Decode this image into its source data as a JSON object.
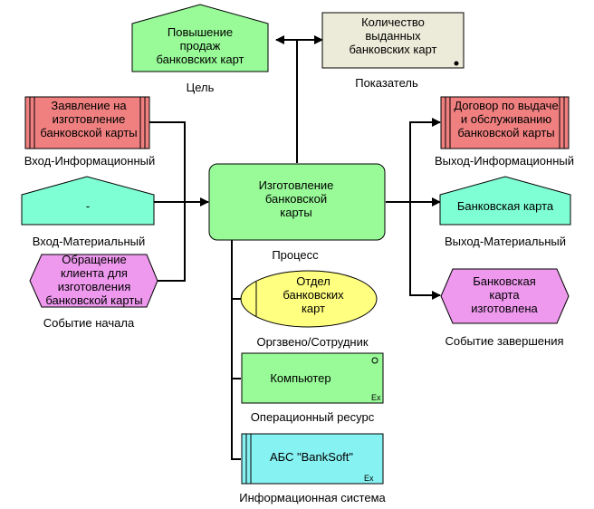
{
  "colors": {
    "goal": "#98fb98",
    "indicator": "#ecebd9",
    "input_info": "#f08080",
    "material": "#7fffd4",
    "event": "#ee99ee",
    "process": "#98fb98",
    "org": "#ffff80",
    "resource": "#98fb98",
    "system": "#87f2f2"
  },
  "nodes": {
    "goal": {
      "lines": [
        "Повышение",
        "продаж",
        "банковских карт"
      ],
      "caption": "Цель"
    },
    "indicator": {
      "lines": [
        "Количество",
        "выданных",
        "банковских карт"
      ],
      "caption": "Показатель"
    },
    "input_info": {
      "lines": [
        "Заявление на",
        "изготовление",
        "банковской карты"
      ],
      "caption": "Вход-Информационный"
    },
    "input_material": {
      "lines": [
        "-"
      ],
      "caption": "Вход-Материальный"
    },
    "start_event": {
      "lines": [
        "Обращение",
        "клиента для",
        "изготовления",
        "банковской карты"
      ],
      "caption": "Событие начала"
    },
    "process": {
      "lines": [
        "Изготовление",
        "банковской",
        "карты"
      ],
      "caption": "Процесс"
    },
    "org_unit": {
      "lines": [
        "Отдел",
        "банковских",
        "карт"
      ],
      "caption": "Оргзвено/Сотрудник"
    },
    "resource": {
      "lines": [
        "Компьютер"
      ],
      "caption": "Операционный ресурс",
      "corner_mark": "Ex"
    },
    "info_system": {
      "lines": [
        "АБС \"BankSoft\""
      ],
      "caption": "Информационная система",
      "corner_mark": "Ex"
    },
    "output_info": {
      "lines": [
        "Договор по выдаче",
        "и обслуживанию",
        "банковской карты"
      ],
      "caption": "Выход-Информационный"
    },
    "output_material": {
      "lines": [
        "Банковская карта"
      ],
      "caption": "Выход-Материальный"
    },
    "end_event": {
      "lines": [
        "Банковская",
        "карта",
        "изготовлена"
      ],
      "caption": "Событие завершения"
    }
  }
}
